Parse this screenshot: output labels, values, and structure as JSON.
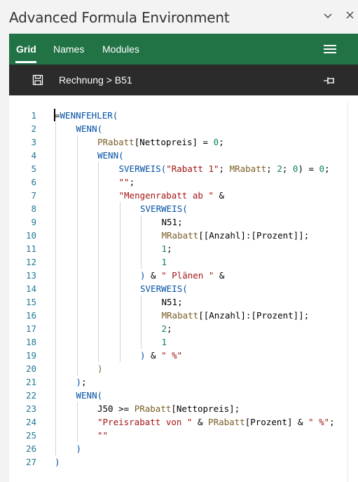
{
  "window": {
    "title": "Advanced Formula Environment",
    "collapse_icon": "chevron-down-icon",
    "close_icon": "close-icon"
  },
  "nav": {
    "tabs": [
      {
        "label": "Grid",
        "active": true
      },
      {
        "label": "Names",
        "active": false
      },
      {
        "label": "Modules",
        "active": false
      }
    ],
    "menu_icon": "hamburger-icon"
  },
  "breadcrumb": {
    "save_icon": "save-icon",
    "path": "Rechnung > B51",
    "pin_icon": "pin-icon"
  },
  "colors": {
    "nav_green": "#217346",
    "breadcrumb_dark": "#2b2b2b",
    "line_number": "#237893",
    "function": "#0451a5",
    "string": "#a31515",
    "number": "#098658",
    "reference": "#795e26"
  },
  "editor": {
    "lines": [
      {
        "n": "1",
        "indent": 0,
        "tokens": [
          [
            "=",
            "op"
          ],
          [
            "WENNFEHLER(",
            "kw"
          ]
        ]
      },
      {
        "n": "2",
        "indent": 1,
        "tokens": [
          [
            "WENN(",
            "kw"
          ]
        ]
      },
      {
        "n": "3",
        "indent": 2,
        "tokens": [
          [
            "PRabatt",
            "ref"
          ],
          [
            "[Nettopreis] = ",
            "op"
          ],
          [
            "0",
            "num"
          ],
          [
            ";",
            "op"
          ]
        ]
      },
      {
        "n": "4",
        "indent": 2,
        "tokens": [
          [
            "WENN(",
            "kw"
          ]
        ]
      },
      {
        "n": "5",
        "indent": 3,
        "tokens": [
          [
            "SVERWEIS(",
            "kw"
          ],
          [
            "\"Rabatt 1\"",
            "str"
          ],
          [
            "; ",
            "op"
          ],
          [
            "MRabatt",
            "ref"
          ],
          [
            "; ",
            "op"
          ],
          [
            "2",
            "num"
          ],
          [
            "; ",
            "op"
          ],
          [
            "0",
            "num"
          ],
          [
            ") = ",
            "op"
          ],
          [
            "0",
            "num"
          ],
          [
            ";",
            "op"
          ]
        ]
      },
      {
        "n": "6",
        "indent": 3,
        "tokens": [
          [
            "\"\"",
            "str"
          ],
          [
            ";",
            "op"
          ]
        ]
      },
      {
        "n": "7",
        "indent": 3,
        "tokens": [
          [
            "\"Mengenrabatt ab \"",
            "str"
          ],
          [
            " &",
            "op"
          ]
        ]
      },
      {
        "n": "8",
        "indent": 4,
        "tokens": [
          [
            "SVERWEIS(",
            "kw"
          ]
        ]
      },
      {
        "n": "9",
        "indent": 5,
        "tokens": [
          [
            "N51",
            "op"
          ],
          [
            ";",
            "op"
          ]
        ]
      },
      {
        "n": "10",
        "indent": 5,
        "tokens": [
          [
            "MRabatt",
            "ref"
          ],
          [
            "[[Anzahl]:[Prozent]]",
            "op"
          ],
          [
            ";",
            "op"
          ]
        ]
      },
      {
        "n": "11",
        "indent": 5,
        "tokens": [
          [
            "1",
            "num"
          ],
          [
            ";",
            "op"
          ]
        ]
      },
      {
        "n": "12",
        "indent": 5,
        "tokens": [
          [
            "1",
            "num"
          ]
        ]
      },
      {
        "n": "13",
        "indent": 4,
        "tokens": [
          [
            ")",
            "kw"
          ],
          [
            " & ",
            "op"
          ],
          [
            "\" Plänen \"",
            "str"
          ],
          [
            " &",
            "op"
          ]
        ]
      },
      {
        "n": "14",
        "indent": 4,
        "tokens": [
          [
            "SVERWEIS(",
            "kw"
          ]
        ]
      },
      {
        "n": "15",
        "indent": 5,
        "tokens": [
          [
            "N51",
            "op"
          ],
          [
            ";",
            "op"
          ]
        ]
      },
      {
        "n": "16",
        "indent": 5,
        "tokens": [
          [
            "MRabatt",
            "ref"
          ],
          [
            "[[Anzahl]:[Prozent]]",
            "op"
          ],
          [
            ";",
            "op"
          ]
        ]
      },
      {
        "n": "17",
        "indent": 5,
        "tokens": [
          [
            "2",
            "num"
          ],
          [
            ";",
            "op"
          ]
        ]
      },
      {
        "n": "18",
        "indent": 5,
        "tokens": [
          [
            "1",
            "num"
          ]
        ]
      },
      {
        "n": "19",
        "indent": 4,
        "tokens": [
          [
            ")",
            "kw"
          ],
          [
            " & ",
            "op"
          ],
          [
            "\" %\"",
            "str"
          ]
        ]
      },
      {
        "n": "20",
        "indent": 2,
        "tokens": [
          [
            ")",
            "ref"
          ]
        ]
      },
      {
        "n": "21",
        "indent": 1,
        "tokens": [
          [
            ")",
            "kw"
          ],
          [
            ";",
            "op"
          ]
        ]
      },
      {
        "n": "22",
        "indent": 1,
        "tokens": [
          [
            "WENN(",
            "kw"
          ]
        ]
      },
      {
        "n": "23",
        "indent": 2,
        "tokens": [
          [
            "J50 >= ",
            "op"
          ],
          [
            "PRabatt",
            "ref"
          ],
          [
            "[Nettopreis]",
            "op"
          ],
          [
            ";",
            "op"
          ]
        ]
      },
      {
        "n": "24",
        "indent": 2,
        "tokens": [
          [
            "\"Preisrabatt von \"",
            "str"
          ],
          [
            " & ",
            "op"
          ],
          [
            "PRabatt",
            "ref"
          ],
          [
            "[Prozent]",
            "op"
          ],
          [
            " & ",
            "op"
          ],
          [
            "\" %\"",
            "str"
          ],
          [
            ";",
            "op"
          ]
        ]
      },
      {
        "n": "25",
        "indent": 2,
        "tokens": [
          [
            "\"\"",
            "str"
          ]
        ]
      },
      {
        "n": "26",
        "indent": 1,
        "tokens": [
          [
            ")",
            "kw"
          ]
        ]
      },
      {
        "n": "27",
        "indent": 0,
        "tokens": [
          [
            ")",
            "kw"
          ]
        ]
      }
    ]
  }
}
